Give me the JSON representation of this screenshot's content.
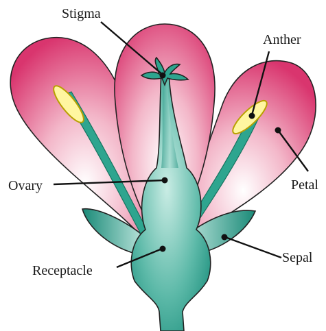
{
  "diagram": {
    "labels": {
      "stigma": "Stigma",
      "anther": "Anther",
      "ovary": "Ovary",
      "petal": "Petal",
      "sepal": "Sepal",
      "receptacle": "Receptacle"
    },
    "colors": {
      "petal_dark": "#d9356e",
      "petal_light": "#ffffff",
      "teal_dark": "#1d8f7d",
      "teal_light": "#c9ece4",
      "anther_fill": "#fff6a0",
      "anther_stroke": "#b9a000",
      "outline": "#222222"
    }
  }
}
